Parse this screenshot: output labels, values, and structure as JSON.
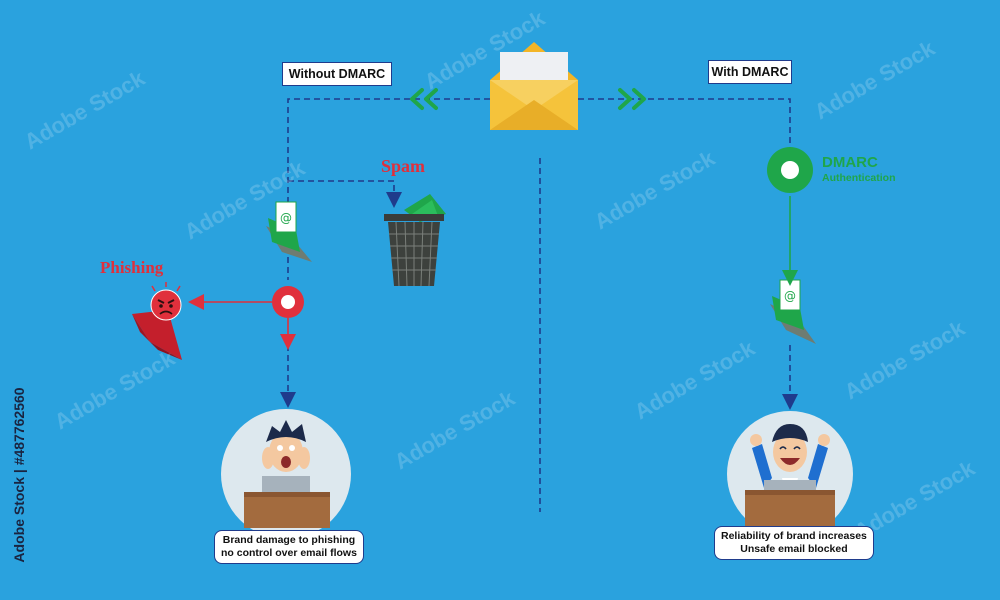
{
  "labels": {
    "without": "Without DMARC",
    "with": "With DMARC",
    "spam": "Spam",
    "phishing": "Phishing",
    "dmarc_title": "DMARC",
    "dmarc_subtitle": "Authentication"
  },
  "captions": {
    "left": [
      "Brand damage to phishing",
      "no control over email flows"
    ],
    "right": [
      "Reliability of brand increases",
      "Unsafe email blocked"
    ]
  },
  "watermark": {
    "brand": "Adobe Stock",
    "id": "Adobe Stock | #487762560"
  },
  "colors": {
    "background": "#2aa2de",
    "connector": "#1f3b8c",
    "danger": "#e0303c",
    "success": "#1fa64a",
    "envelope": "#f5c33b"
  },
  "icons": [
    "envelope-icon",
    "chevron-left-icon",
    "chevron-right-icon",
    "green-mail-icon",
    "trash-bin-icon",
    "phishing-mask-icon",
    "red-checkpoint-icon",
    "green-checkpoint-icon",
    "stressed-person-icon",
    "happy-person-icon"
  ]
}
